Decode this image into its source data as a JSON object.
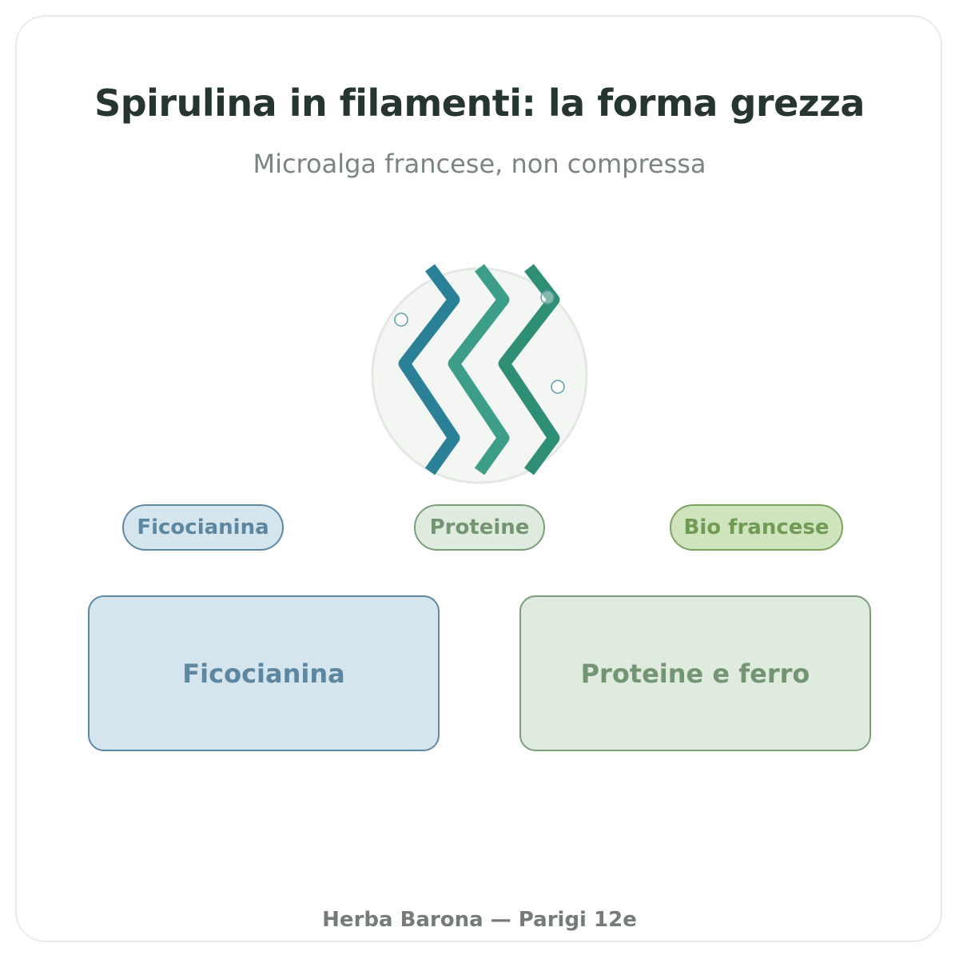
{
  "header": {
    "title": "Spirulina in filamenti: la forma grezza",
    "subtitle": "Microalga francese, non compressa"
  },
  "illustration": {
    "icon": "spirulina-filaments-icon",
    "colors": {
      "disc_fill": "#f4f6f3",
      "disc_stroke": "#e4e8e3",
      "filament_1": "#2a8097",
      "filament_2": "#3c9e89",
      "filament_3": "#2e8f74",
      "bubble": "#5c9ea6"
    }
  },
  "tags": [
    {
      "label": "Ficocianina"
    },
    {
      "label": "Proteine"
    },
    {
      "label": "Bio francese"
    }
  ],
  "panels": [
    {
      "label": "Ficocianina"
    },
    {
      "label": "Proteine e ferro"
    }
  ],
  "footer": {
    "text": "Herba Barona — Parigi 12e"
  },
  "colors": {
    "blue_fill": "#d5e5ee",
    "blue_border": "#5f88a3",
    "sage_fill": "#e0ebdf",
    "sage_border": "#7b9d7a",
    "green_fill": "#cfe3bd",
    "green_border": "#7ba35f"
  }
}
